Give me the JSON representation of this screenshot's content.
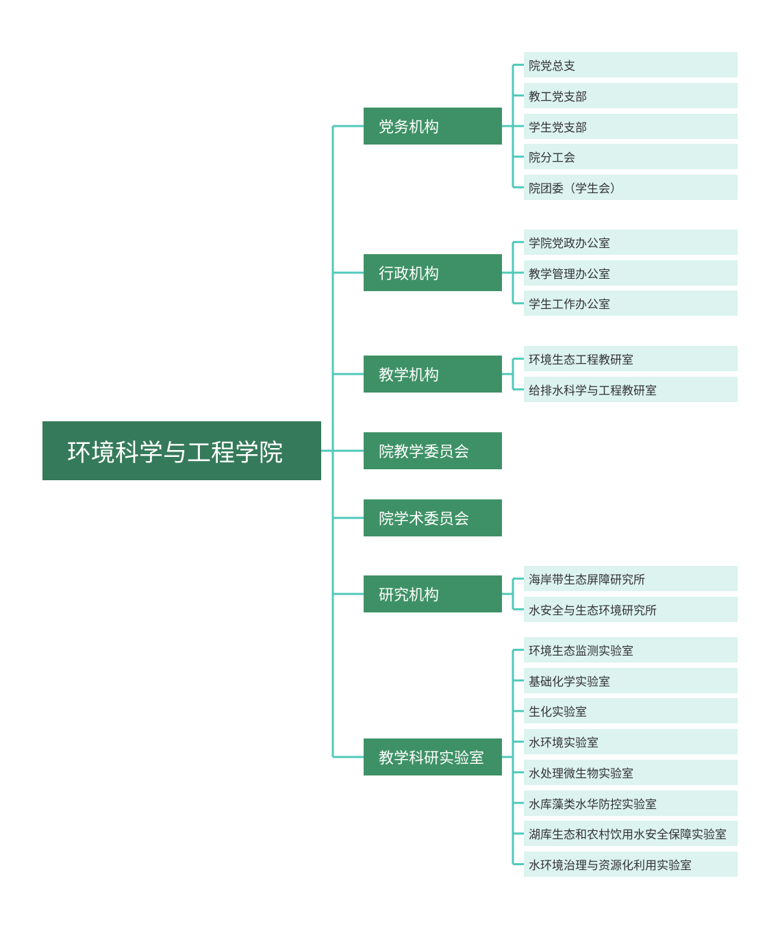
{
  "diagram": {
    "root": {
      "label": "环境科学与工程学院"
    },
    "branches": [
      {
        "label": "党务机构",
        "children": [
          "院党总支",
          "教工党支部",
          "学生党支部",
          "院分工会",
          "院团委（学生会）"
        ]
      },
      {
        "label": "行政机构",
        "children": [
          "学院党政办公室",
          "教学管理办公室",
          "学生工作办公室"
        ]
      },
      {
        "label": "教学机构",
        "children": [
          "环境生态工程教研室",
          "给排水科学与工程教研室"
        ]
      },
      {
        "label": "院教学委员会",
        "children": []
      },
      {
        "label": "院学术委员会",
        "children": []
      },
      {
        "label": "研究机构",
        "children": [
          "海岸带生态屏障研究所",
          "水安全与生态环境研究所"
        ]
      },
      {
        "label": "教学科研实验室",
        "children": [
          "环境生态监测实验室",
          "基础化学实验室",
          "生化实验室",
          "水环境实验室",
          "水处理微生物实验室",
          "水库藻类水华防控实验室",
          "湖库生态和农村饮用水安全保障实验室",
          "水环境治理与资源化利用实验室"
        ]
      }
    ]
  },
  "colors": {
    "root_fill": "#357a5a",
    "branch_fill": "#3e9166",
    "leaf_fill": "#dcf3ef",
    "connector": "#4fc9b9",
    "root_text": "#ffffff",
    "leaf_text": "#333333"
  }
}
